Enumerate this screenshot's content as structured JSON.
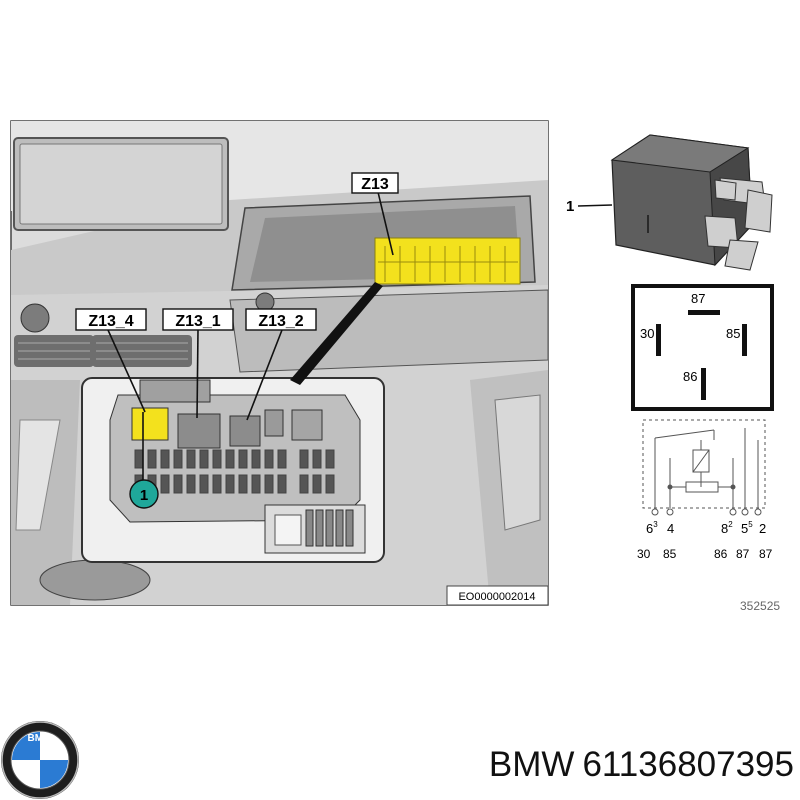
{
  "diagram": {
    "callouts": {
      "z13": "Z13",
      "z13_4": "Z13_4",
      "z13_1": "Z13_1",
      "z13_2": "Z13_2",
      "marker": "1"
    },
    "figure_code": "EO0000002014"
  },
  "relay": {
    "part_callout": "1",
    "pin_view": {
      "pin_87": "87",
      "pin_30": "30",
      "pin_85": "85",
      "pin_86": "86"
    },
    "schematic": {
      "terminals": [
        {
          "num": "6",
          "sup": "3"
        },
        {
          "num": "4",
          "sup": ""
        },
        {
          "num": "8",
          "sup": "2"
        },
        {
          "num": "5",
          "sup": "5"
        },
        {
          "num": "2",
          "sup": ""
        }
      ],
      "pins": [
        "30",
        "85",
        "86",
        "87",
        "87"
      ]
    },
    "drawing_code": "352525"
  },
  "brand": {
    "logo_text": "BMW",
    "name": "BMW",
    "part_number": "61136807395"
  },
  "colors": {
    "highlight": "#f3e11d",
    "marker": "#1fa79a",
    "relay_body": "#5e5e5e"
  }
}
